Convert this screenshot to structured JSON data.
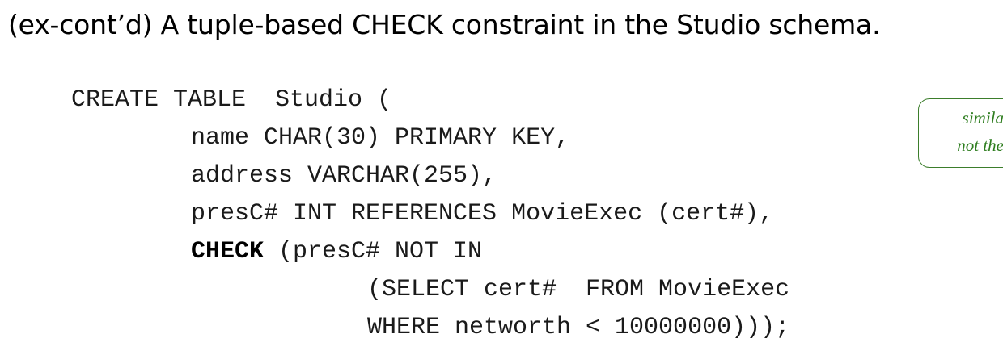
{
  "slide": {
    "title": "(ex-cont’d) A tuple-based CHECK constraint in the Studio schema.",
    "code": {
      "line1": "CREATE TABLE  Studio (",
      "line2": "name CHAR(30) PRIMARY KEY,",
      "line3": "address VARCHAR(255),",
      "line4": "presC# INT REFERENCES MovieExec (cert#),",
      "line5_keyword": "CHECK",
      "line5_rest": " (presC# NOT IN",
      "line6": "(SELECT cert#  FROM MovieExec",
      "line7": "WHERE networth < 10000000)));"
    },
    "callout": {
      "line1": "simila",
      "line2": "not the"
    },
    "colors": {
      "text": "#000000",
      "callout_green": "#2e7d1f",
      "callout_border": "#3b7d2b"
    }
  }
}
